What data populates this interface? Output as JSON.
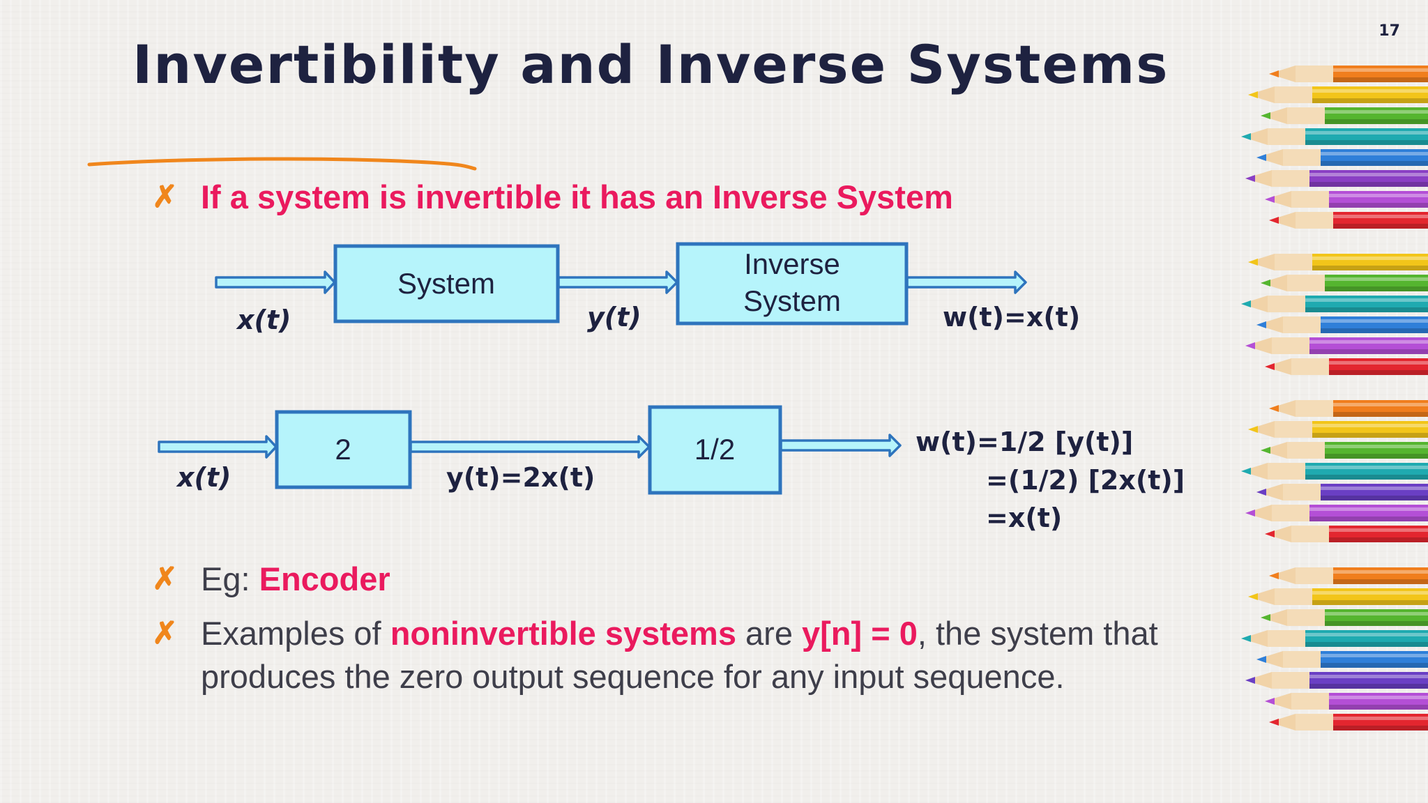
{
  "slide": {
    "number": "17",
    "title": "Invertibility and Inverse Systems"
  },
  "bullets": {
    "b1": "If a system is invertible it has an Inverse System",
    "b2_prefix": "Eg: ",
    "b2_highlight": "Encoder",
    "b3_t1": "Examples of ",
    "b3_h1": "noninvertible systems",
    "b3_t2": " are ",
    "b3_h2": "y[n] = 0",
    "b3_t3": ", the system that produces the zero output sequence for any input sequence."
  },
  "diagram1": {
    "box1": "System",
    "box2_line1": "Inverse",
    "box2_line2": "System",
    "input": "x(t)",
    "middle": "y(t)",
    "output": "w(t)=x(t)"
  },
  "diagram2": {
    "box1": "2",
    "box2": "1/2",
    "input": "x(t)",
    "middle": "y(t)=2x(t)",
    "out_line1": "w(t)=1/2 [y(t)]",
    "out_line2": "=(1/2) [2x(t)]",
    "out_line3": "=x(t)"
  },
  "colors": {
    "title": "#1e2240",
    "highlight": "#ea1a5e",
    "bullet_mark": "#f0861c",
    "box_fill": "#b6f4fb",
    "box_stroke": "#2e74bd",
    "underline": "#f0861c"
  },
  "icons": {
    "bullet": "cross-mark-icon",
    "decoration": "colored-pencils-icon"
  }
}
